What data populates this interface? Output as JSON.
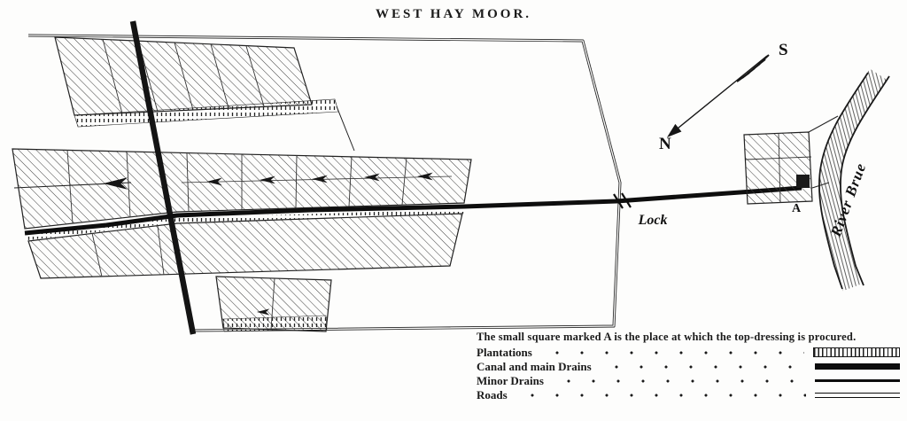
{
  "title": "WEST HAY MOOR.",
  "compass": {
    "north_label": "N",
    "south_label": "S"
  },
  "map_labels": {
    "lock": "Lock",
    "river": "River Brue",
    "point_a": "A"
  },
  "legend": {
    "note": "The small square marked A is the place at which the top-dressing is procured.",
    "items": [
      {
        "label": "Plantations"
      },
      {
        "label": "Canal and main Drains"
      },
      {
        "label": "Minor Drains"
      },
      {
        "label": "Roads"
      }
    ]
  },
  "colors": {
    "ink": "#1a1a1a",
    "paper": "#ffffff"
  }
}
